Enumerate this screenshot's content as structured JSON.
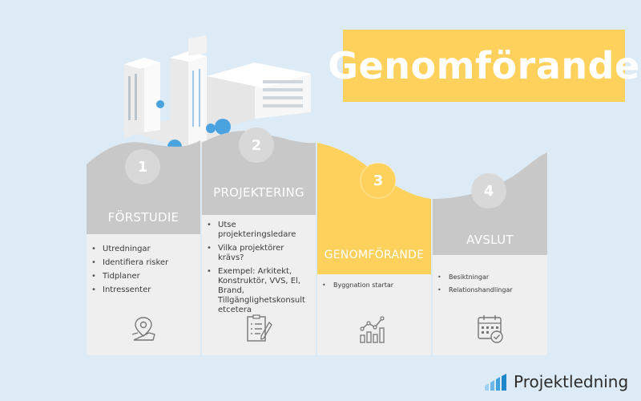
{
  "title": "Genomförande",
  "stages": [
    {
      "number": "1",
      "title": "FÖRSTUDIE",
      "items": [
        "Utredningar",
        "Identifiera risker",
        "Tidplaner",
        "Intressenter"
      ],
      "icon": "location-map-icon"
    },
    {
      "number": "2",
      "title": "PROJEKTERING",
      "items": [
        "Utse projekteringsledare",
        "Vilka projektörer krävs?",
        "Exempel: Arkitekt, Konstruktör, VVS, El, Brand, Tillgänglighetskonsult etcetera"
      ],
      "icon": "checklist-icon"
    },
    {
      "number": "3",
      "title": "GENOMFÖRANDE",
      "items": [
        "Byggnation startar"
      ],
      "icon": "growth-chart-icon"
    },
    {
      "number": "4",
      "title": "AVSLUT",
      "items": [
        "Besiktningar",
        "Relationshandlingar"
      ],
      "icon": "calendar-check-icon"
    }
  ],
  "logo": {
    "text": "Projektledning",
    "icon": "bar-chart-logo-icon"
  },
  "colors": {
    "background": "#dcebf5",
    "accent": "#fdd15b",
    "gray": "#c8c8c8",
    "card": "#efefef",
    "circle": "#d8d8d8",
    "tree": "#4aa3de"
  }
}
